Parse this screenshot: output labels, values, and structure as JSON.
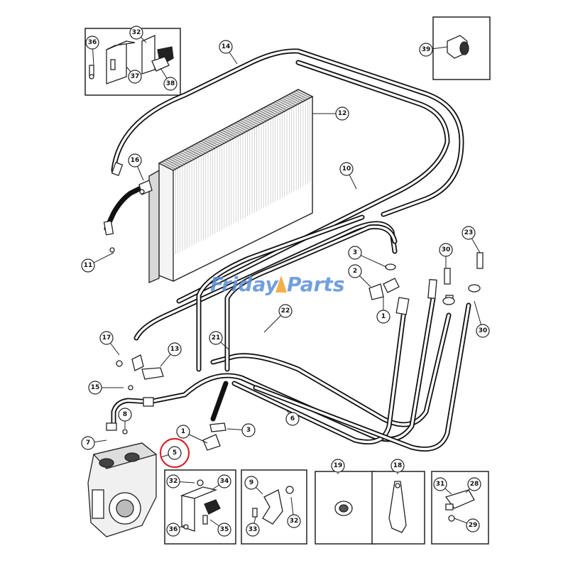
{
  "watermark": {
    "text_a": "Friday",
    "text_b": "Parts",
    "color_a": "#5b8fd6",
    "color_b": "#f3a536"
  },
  "highlight": {
    "callout": "5",
    "color": "#d7262b"
  },
  "callouts": [
    {
      "id": "c36a",
      "label": "36"
    },
    {
      "id": "c32a",
      "label": "32"
    },
    {
      "id": "c37",
      "label": "37"
    },
    {
      "id": "c38",
      "label": "38"
    },
    {
      "id": "c14",
      "label": "14"
    },
    {
      "id": "c39",
      "label": "39"
    },
    {
      "id": "c12",
      "label": "12"
    },
    {
      "id": "c16",
      "label": "16"
    },
    {
      "id": "c10",
      "label": "10"
    },
    {
      "id": "c11",
      "label": "11"
    },
    {
      "id": "c3a",
      "label": "3"
    },
    {
      "id": "c2",
      "label": "2"
    },
    {
      "id": "c1a",
      "label": "1"
    },
    {
      "id": "c30a",
      "label": "30"
    },
    {
      "id": "c23",
      "label": "23"
    },
    {
      "id": "c22",
      "label": "22"
    },
    {
      "id": "c30b",
      "label": "30"
    },
    {
      "id": "c17",
      "label": "17"
    },
    {
      "id": "c13",
      "label": "13"
    },
    {
      "id": "c21",
      "label": "21"
    },
    {
      "id": "c15",
      "label": "15"
    },
    {
      "id": "c8",
      "label": "8"
    },
    {
      "id": "c7",
      "label": "7"
    },
    {
      "id": "c1b",
      "label": "1"
    },
    {
      "id": "c3b",
      "label": "3"
    },
    {
      "id": "c6",
      "label": "6"
    },
    {
      "id": "c5",
      "label": "5"
    },
    {
      "id": "c19",
      "label": "19"
    },
    {
      "id": "c18",
      "label": "18"
    },
    {
      "id": "c32b",
      "label": "32"
    },
    {
      "id": "c34",
      "label": "34"
    },
    {
      "id": "c9",
      "label": "9"
    },
    {
      "id": "c31",
      "label": "31"
    },
    {
      "id": "c28",
      "label": "28"
    },
    {
      "id": "c36b",
      "label": "36"
    },
    {
      "id": "c35",
      "label": "35"
    },
    {
      "id": "c33",
      "label": "33"
    },
    {
      "id": "c32c",
      "label": "32"
    },
    {
      "id": "c29",
      "label": "29"
    }
  ]
}
